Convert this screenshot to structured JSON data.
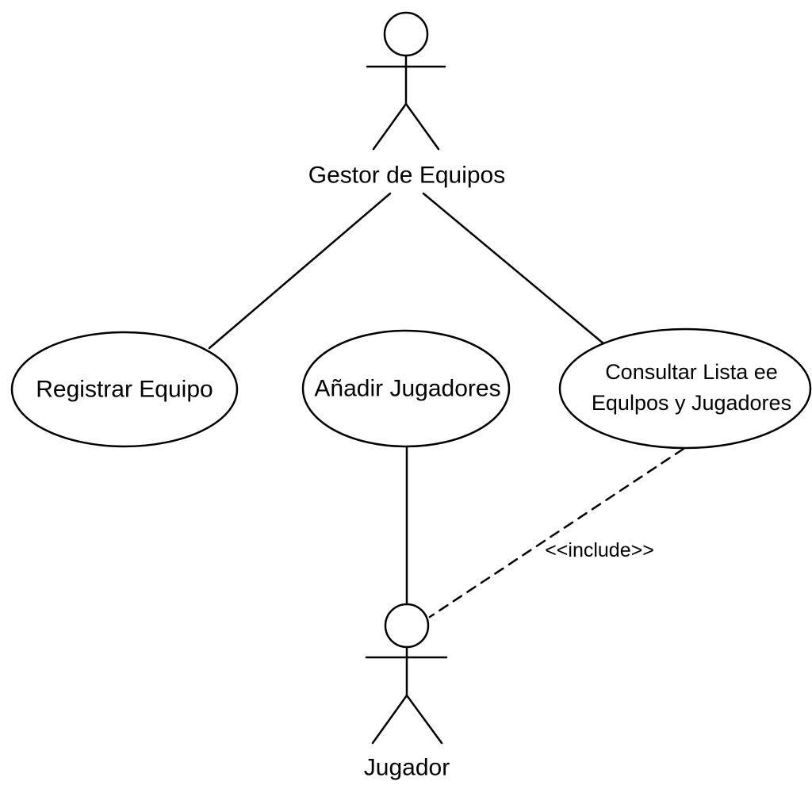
{
  "diagram": {
    "actors": {
      "gestor": {
        "label": "Gestor de Equipos"
      },
      "jugador": {
        "label": "Jugador"
      }
    },
    "use_cases": {
      "registrar": {
        "label": "Registrar Equipo"
      },
      "anadir": {
        "label": "Añadir Jugadores"
      },
      "consultar": {
        "line1": "Consultar Lista ee",
        "line2": "Equlpos y Jugadores"
      }
    },
    "relations": {
      "include_label": "<<include>>"
    }
  }
}
